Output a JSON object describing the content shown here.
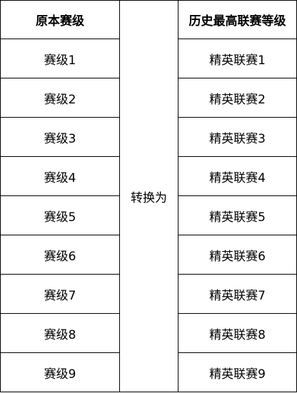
{
  "table": {
    "header_left": "原本赛级",
    "header_right": "历史最高联赛等级",
    "middle_label": "转换为",
    "rows": [
      {
        "original": "赛级1",
        "highest": "精英联赛1"
      },
      {
        "original": "赛级2",
        "highest": "精英联赛2"
      },
      {
        "original": "赛级3",
        "highest": "精英联赛3"
      },
      {
        "original": "赛级4",
        "highest": "精英联赛4"
      },
      {
        "original": "赛级5",
        "highest": "精英联赛5"
      },
      {
        "original": "赛级6",
        "highest": "精英联赛6"
      },
      {
        "original": "赛级7",
        "highest": "精英联赛7"
      },
      {
        "original": "赛级8",
        "highest": "精英联赛8"
      },
      {
        "original": "赛级9",
        "highest": "精英联赛9"
      }
    ]
  }
}
